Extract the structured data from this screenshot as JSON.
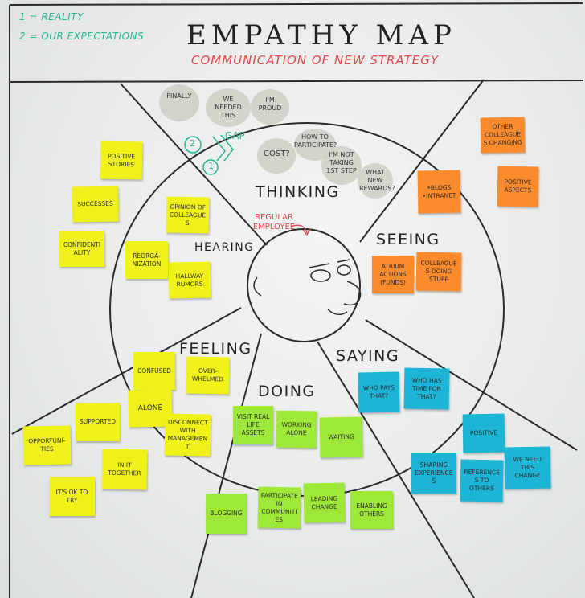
{
  "legend": {
    "line1": "1 = REALITY",
    "line2": "2 = OUR EXPECTATIONS"
  },
  "title": "EMPATHY MAP",
  "subtitle": "COMMUNICATION OF NEW STRATEGY",
  "sectors": {
    "thinking": "THINKING",
    "seeing": "SEEING",
    "hearing": "HEARING",
    "feeling": "FEELING",
    "saying": "SAYING",
    "doing": "DOING"
  },
  "thought_bubbles": {
    "finally": "FINALLY",
    "we_needed_this": "WE NEEDED THIS",
    "im_proud": "I'M PROUD",
    "cost": "COST?",
    "how_to_participate": "HOW TO PARTICIPATE?",
    "im_not_taking_1st_step": "I'M NOT TAKING 1ST STEP",
    "what_new_rewards": "WHAT NEW REWARDS?"
  },
  "gap": {
    "label": "GAP",
    "one": "1",
    "two": "2"
  },
  "persona_label": "REGULAR EMPLOYEE",
  "notes": {
    "positive_stories": "POSITIVE STORIES",
    "successes": "SUCCESSES",
    "confidentiality": "CONFIDENTIALITY",
    "opinion_of_colleagues": "OPINION OF COLLEAGUES",
    "reorganization": "REORGA-NIZATION",
    "hallway_rumors": "HALLWAY RUMORS",
    "other_colleagues_changing": "OTHER COLLEAGUES CHANGING",
    "positive_aspects": "POSITIVE ASPECTS",
    "blogs_intranet": "•BLOGS •INTRANET",
    "atrium_actions": "ATRIUM ACTIONS (FUNDS)",
    "colleagues_doing_stuff": "COLLEAGUES DOING STUFF",
    "confused": "CONFUSED",
    "overwhelmed": "OVER-WHELMED",
    "alone": "ALONE",
    "supported": "SUPPORTED",
    "disconnect_with_management": "DISCONNECT WITH MANAGEMENT",
    "opportunities": "OPPORTUNI-TIES",
    "in_it_together": "IN IT TOGETHER",
    "its_ok_to_try": "IT'S OK TO TRY",
    "who_pays_that": "WHO PAYS THAT?",
    "who_has_time_for_that": "WHO HAS TIME FOR THAT?",
    "positive": "POSITIVE",
    "sharing_experiences": "SHARING EXPERIENCES",
    "references_to_others": "REFERENCES TO OTHERS",
    "we_need_this_change": "WE NEED THIS CHANGE",
    "visit_real_life_assets": "VISIT REAL LIFE ASSETS",
    "working_alone": "WORKING ALONE",
    "waiting": "WAITING",
    "blogging": "BLOGGING",
    "participate_in_communities": "PARTICIPATE IN COMMUNITIES",
    "leading_change": "LEADING CHANGE",
    "enabling_others": "ENABLING OTHERS"
  },
  "colors": {
    "yellow": "#f1f21c",
    "orange": "#fb8b2c",
    "blue": "#1cb5d6",
    "green": "#9ee83a",
    "red_marker": "#e2474b",
    "teal_marker": "#27b58f"
  }
}
